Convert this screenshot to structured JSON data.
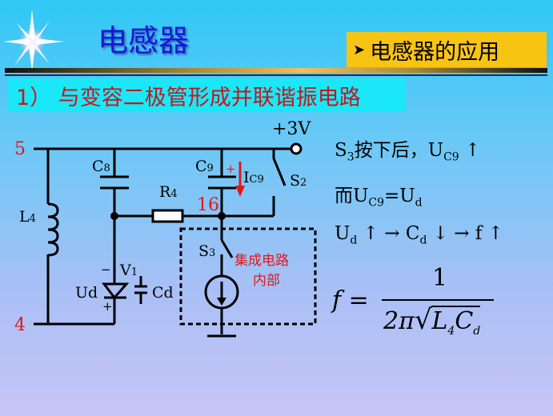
{
  "header": {
    "title": "电感器",
    "badge": "电感器的应用",
    "badge_icon": "arrow-right-icon"
  },
  "subtitle": "1） 与变容二极管形成并联谐振电路",
  "circuit": {
    "node_5": "5",
    "node_4": "4",
    "node_16": "16",
    "supply": "+3V",
    "L4": "L",
    "L4_sub": "4",
    "C8": "C",
    "C8_sub": "8",
    "C9": "C",
    "C9_sub": "9",
    "R4": "R",
    "R4_sub": "4",
    "IC9": "I",
    "IC9_sub": "C9",
    "S2": "S",
    "S2_sub": "2",
    "S3": "S",
    "S3_sub": "3",
    "V1": "V",
    "V1_sub": "1",
    "Ud": "Ud",
    "Cd": "Cd",
    "minus": "−",
    "plus": "+",
    "c9_plus": "+",
    "ic_label_1": "集成电路",
    "ic_label_2": "内部"
  },
  "explanation": {
    "line1_a": "S",
    "line1_sub": "3",
    "line1_b": "按下后，U",
    "line1_sub2": "C9",
    "line1_c": " ↑",
    "line2_a": "而U",
    "line2_sub": "C9",
    "line2_b": "=U",
    "line2_sub2": "d",
    "line3_a": "U",
    "line3_sub": "d",
    "line3_b": " ↑ →  C",
    "line3_sub2": "d",
    "line3_c": " ↓ →  f ↑",
    "formula_lhs": "f =",
    "formula_num": "1",
    "formula_den_a": "2π",
    "formula_den_b": "L",
    "formula_den_sub": "4",
    "formula_den_c": "C",
    "formula_den_sub2": "d"
  }
}
